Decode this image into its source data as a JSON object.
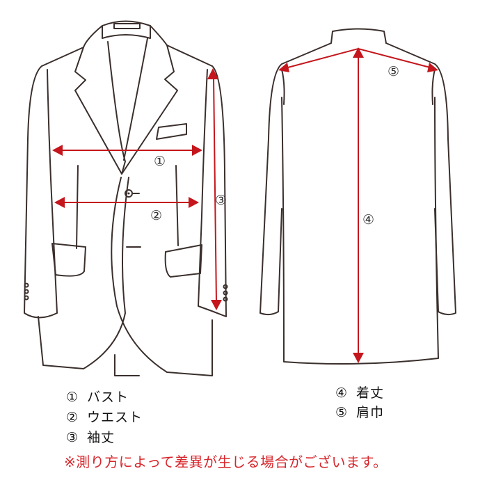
{
  "markers": {
    "m1": "①",
    "m2": "②",
    "m3": "③",
    "m4": "④",
    "m5": "⑤"
  },
  "legend": [
    {
      "num": "①",
      "label": "バスト"
    },
    {
      "num": "②",
      "label": "ウエスト"
    },
    {
      "num": "③",
      "label": "袖丈"
    },
    {
      "num": "④",
      "label": "着丈"
    },
    {
      "num": "⑤",
      "label": "肩巾"
    }
  ],
  "note": "※測り方によって差異が生じる場合がございます。",
  "colors": {
    "arrow": "#c4161c",
    "line": "#3a2f2c",
    "note": "#d7262b"
  }
}
